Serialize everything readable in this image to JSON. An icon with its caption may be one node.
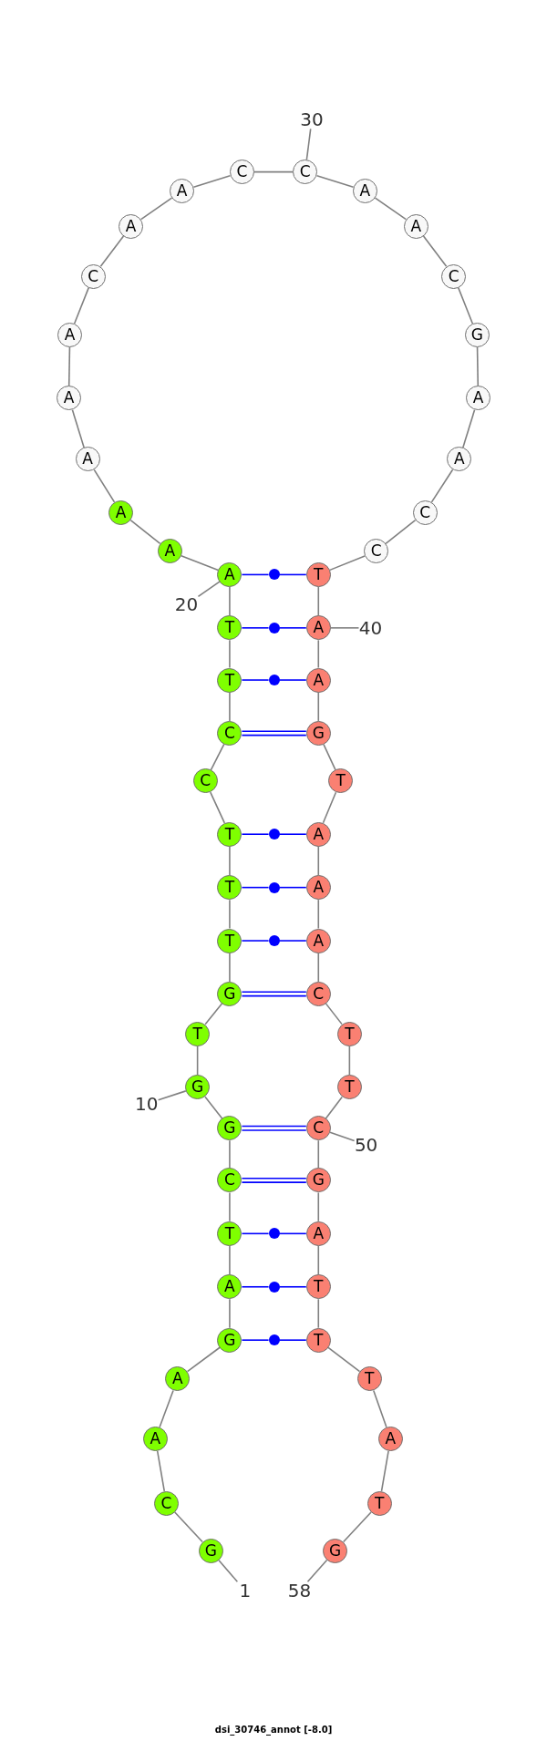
{
  "diagram": {
    "caption": "dsi_30746_annot [-8.0]",
    "nodes": [
      {
        "text": [
          "G"
        ]
      },
      {
        "text": [
          "C"
        ]
      },
      {
        "text": [
          "A"
        ]
      },
      {
        "text": [
          "A"
        ]
      },
      {
        "text": [
          "G"
        ]
      },
      {
        "text": [
          "A"
        ]
      },
      {
        "text": [
          "T"
        ]
      },
      {
        "text": [
          "C"
        ]
      },
      {
        "text": [
          "G"
        ]
      },
      {
        "text": [
          "G"
        ]
      },
      {
        "text": [
          "T"
        ]
      },
      {
        "text": [
          "G"
        ]
      },
      {
        "text": [
          "T"
        ]
      },
      {
        "text": [
          "T"
        ]
      },
      {
        "text": [
          "T"
        ]
      },
      {
        "text": [
          "C"
        ]
      },
      {
        "text": [
          "C"
        ]
      },
      {
        "text": [
          "T"
        ]
      },
      {
        "text": [
          "T"
        ]
      },
      {
        "text": [
          "A"
        ]
      },
      {
        "text": [
          "A"
        ]
      },
      {
        "text": [
          "A"
        ]
      },
      {
        "text": [
          "A"
        ]
      },
      {
        "text": [
          "A"
        ]
      },
      {
        "text": [
          "A"
        ]
      },
      {
        "text": [
          "C"
        ]
      },
      {
        "text": [
          "A"
        ]
      },
      {
        "text": [
          "A"
        ]
      },
      {
        "text": [
          "C"
        ]
      },
      {
        "text": [
          "C"
        ]
      },
      {
        "text": [
          "A"
        ]
      },
      {
        "text": [
          "A"
        ]
      },
      {
        "text": [
          "C"
        ]
      },
      {
        "text": [
          "G"
        ]
      },
      {
        "text": [
          "A"
        ]
      },
      {
        "text": [
          "A"
        ]
      },
      {
        "text": [
          "C"
        ]
      },
      {
        "text": [
          "C"
        ]
      },
      {
        "text": [
          "T"
        ]
      },
      {
        "text": [
          "A"
        ]
      },
      {
        "text": [
          "A"
        ]
      },
      {
        "text": [
          "G"
        ]
      },
      {
        "text": [
          "T"
        ]
      },
      {
        "text": [
          "A"
        ]
      },
      {
        "text": [
          "A"
        ]
      },
      {
        "text": [
          "A"
        ]
      },
      {
        "text": [
          "C"
        ]
      },
      {
        "text": [
          "T"
        ]
      },
      {
        "text": [
          "T"
        ]
      },
      {
        "text": [
          "C"
        ]
      },
      {
        "text": [
          "G"
        ]
      },
      {
        "text": [
          "A"
        ]
      },
      {
        "text": [
          "T"
        ]
      },
      {
        "text": [
          "T"
        ]
      },
      {
        "text": [
          "T"
        ]
      },
      {
        "text": [
          "A"
        ]
      },
      {
        "text": [
          "T"
        ]
      },
      {
        "text": [
          "G"
        ]
      },
      {
        "text": [
          "30"
        ]
      },
      {
        "text": [
          "20"
        ]
      },
      {
        "text": [
          "40"
        ]
      },
      {
        "text": [
          "10"
        ]
      },
      {
        "text": [
          "50"
        ]
      },
      {
        "text": [
          "1"
        ]
      },
      {
        "text": [
          "58"
        ]
      },
      {
        "text": [],
        "shape": "circle"
      },
      {
        "text": [],
        "shape": "circle"
      },
      {
        "text": [],
        "shape": "circle"
      },
      {
        "text": [],
        "shape": "circle"
      },
      {
        "text": [],
        "shape": "circle"
      },
      {
        "text": [],
        "shape": "circle"
      },
      {
        "text": [],
        "shape": "circle"
      },
      {
        "text": [],
        "shape": "circle"
      },
      {
        "text": [],
        "shape": "circle"
      }
    ],
    "edges": [
      {
        "from": 0,
        "to": 1,
        "arrow": "none"
      },
      {
        "from": 1,
        "to": 2,
        "arrow": "none"
      },
      {
        "from": 2,
        "to": 3,
        "arrow": "none"
      },
      {
        "from": 3,
        "to": 4,
        "arrow": "none"
      },
      {
        "from": 4,
        "to": 5,
        "arrow": "none"
      },
      {
        "from": 5,
        "to": 6,
        "arrow": "none"
      },
      {
        "from": 6,
        "to": 7,
        "arrow": "none"
      },
      {
        "from": 7,
        "to": 8,
        "arrow": "none"
      },
      {
        "from": 8,
        "to": 9,
        "arrow": "none"
      },
      {
        "from": 9,
        "to": 10,
        "arrow": "none"
      },
      {
        "from": 10,
        "to": 11,
        "arrow": "none"
      },
      {
        "from": 11,
        "to": 12,
        "arrow": "none"
      },
      {
        "from": 12,
        "to": 13,
        "arrow": "none"
      },
      {
        "from": 13,
        "to": 14,
        "arrow": "none"
      },
      {
        "from": 14,
        "to": 15,
        "arrow": "none"
      },
      {
        "from": 15,
        "to": 16,
        "arrow": "none"
      },
      {
        "from": 16,
        "to": 17,
        "arrow": "none"
      },
      {
        "from": 17,
        "to": 18,
        "arrow": "none"
      },
      {
        "from": 18,
        "to": 19,
        "arrow": "none"
      },
      {
        "from": 19,
        "to": 20,
        "arrow": "none"
      },
      {
        "from": 20,
        "to": 21,
        "arrow": "none"
      },
      {
        "from": 21,
        "to": 22,
        "arrow": "none"
      },
      {
        "from": 22,
        "to": 23,
        "arrow": "none"
      },
      {
        "from": 23,
        "to": 24,
        "arrow": "none"
      },
      {
        "from": 24,
        "to": 25,
        "arrow": "none"
      },
      {
        "from": 25,
        "to": 26,
        "arrow": "none"
      },
      {
        "from": 26,
        "to": 27,
        "arrow": "none"
      },
      {
        "from": 27,
        "to": 28,
        "arrow": "none"
      },
      {
        "from": 28,
        "to": 29,
        "arrow": "none"
      },
      {
        "from": 29,
        "to": 30,
        "arrow": "none"
      },
      {
        "from": 30,
        "to": 31,
        "arrow": "none"
      },
      {
        "from": 31,
        "to": 32,
        "arrow": "none"
      },
      {
        "from": 32,
        "to": 33,
        "arrow": "none"
      },
      {
        "from": 33,
        "to": 34,
        "arrow": "none"
      },
      {
        "from": 34,
        "to": 35,
        "arrow": "none"
      },
      {
        "from": 35,
        "to": 36,
        "arrow": "none"
      },
      {
        "from": 36,
        "to": 37,
        "arrow": "none"
      },
      {
        "from": 37,
        "to": 38,
        "arrow": "none"
      },
      {
        "from": 38,
        "to": 39,
        "arrow": "none"
      },
      {
        "from": 39,
        "to": 40,
        "arrow": "none"
      },
      {
        "from": 40,
        "to": 41,
        "arrow": "none"
      },
      {
        "from": 41,
        "to": 42,
        "arrow": "none"
      },
      {
        "from": 42,
        "to": 43,
        "arrow": "none"
      },
      {
        "from": 43,
        "to": 44,
        "arrow": "none"
      },
      {
        "from": 44,
        "to": 45,
        "arrow": "none"
      },
      {
        "from": 45,
        "to": 46,
        "arrow": "none"
      },
      {
        "from": 46,
        "to": 47,
        "arrow": "none"
      },
      {
        "from": 47,
        "to": 48,
        "arrow": "none"
      },
      {
        "from": 48,
        "to": 49,
        "arrow": "none"
      },
      {
        "from": 49,
        "to": 50,
        "arrow": "none"
      },
      {
        "from": 50,
        "to": 51,
        "arrow": "none"
      },
      {
        "from": 51,
        "to": 52,
        "arrow": "none"
      },
      {
        "from": 52,
        "to": 53,
        "arrow": "none"
      },
      {
        "from": 53,
        "to": 54,
        "arrow": "none"
      },
      {
        "from": 54,
        "to": 55,
        "arrow": "none"
      },
      {
        "from": 55,
        "to": 56,
        "arrow": "none"
      },
      {
        "from": 56,
        "to": 57,
        "arrow": "none"
      },
      {
        "from": 7,
        "to": 50,
        "arrow": "none",
        "color": "#0000ff"
      },
      {
        "from": 8,
        "to": 49,
        "arrow": "none",
        "color": "#0000ff"
      },
      {
        "from": 11,
        "to": 46,
        "arrow": "none",
        "color": "#0000ff"
      },
      {
        "from": 16,
        "to": 41,
        "arrow": "none",
        "color": "#0000ff"
      },
      {
        "from": 19,
        "to": 65,
        "arrow": "none",
        "color": "#0000ff"
      },
      {
        "from": 65,
        "to": 38,
        "arrow": "none",
        "color": "#0000ff"
      },
      {
        "from": 18,
        "to": 66,
        "arrow": "none",
        "color": "#0000ff"
      },
      {
        "from": 66,
        "to": 39,
        "arrow": "none",
        "color": "#0000ff"
      },
      {
        "from": 17,
        "to": 67,
        "arrow": "none",
        "color": "#0000ff"
      },
      {
        "from": 67,
        "to": 40,
        "arrow": "none",
        "color": "#0000ff"
      },
      {
        "from": 14,
        "to": 68,
        "arrow": "none",
        "color": "#0000ff"
      },
      {
        "from": 68,
        "to": 43,
        "arrow": "none",
        "color": "#0000ff"
      },
      {
        "from": 13,
        "to": 69,
        "arrow": "none",
        "color": "#0000ff"
      },
      {
        "from": 69,
        "to": 44,
        "arrow": "none",
        "color": "#0000ff"
      },
      {
        "from": 12,
        "to": 70,
        "arrow": "none",
        "color": "#0000ff"
      },
      {
        "from": 70,
        "to": 45,
        "arrow": "none",
        "color": "#0000ff"
      },
      {
        "from": 6,
        "to": 71,
        "arrow": "none",
        "color": "#0000ff"
      },
      {
        "from": 71,
        "to": 51,
        "arrow": "none",
        "color": "#0000ff"
      },
      {
        "from": 5,
        "to": 72,
        "arrow": "none",
        "color": "#0000ff"
      },
      {
        "from": 72,
        "to": 52,
        "arrow": "none",
        "color": "#0000ff"
      },
      {
        "from": 4,
        "to": 73,
        "arrow": "none",
        "color": "#0000ff"
      },
      {
        "from": 73,
        "to": 53,
        "arrow": "none",
        "color": "#0000ff"
      },
      {
        "from": 58,
        "to": 29,
        "arrow": "none"
      },
      {
        "from": 59,
        "to": 19,
        "arrow": "none"
      },
      {
        "from": 60,
        "to": 39,
        "arrow": "none"
      },
      {
        "from": 61,
        "to": 9,
        "arrow": "none"
      },
      {
        "from": 62,
        "to": 49,
        "arrow": "none"
      },
      {
        "from": 63,
        "to": 0,
        "arrow": "none"
      },
      {
        "from": 64,
        "to": 57,
        "arrow": "none"
      }
    ]
  }
}
